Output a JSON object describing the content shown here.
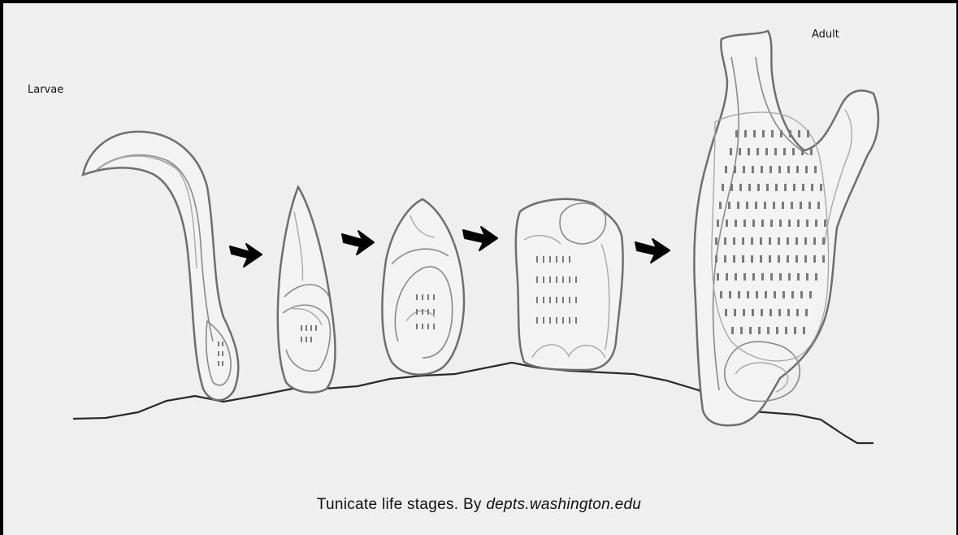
{
  "labels": {
    "larvae": "Larvae",
    "adult": "Adult"
  },
  "caption": {
    "prefix": "Tunicate life stages. By ",
    "source": "depts.washington.edu"
  },
  "stages": [
    "larva-tadpole",
    "settling-larva",
    "metamorphosing-juvenile",
    "juvenile",
    "adult"
  ],
  "colors": {
    "background": "#efefef",
    "outline": "#6e6e6e",
    "arrow": "#000000",
    "ground": "#2a2a2a"
  }
}
